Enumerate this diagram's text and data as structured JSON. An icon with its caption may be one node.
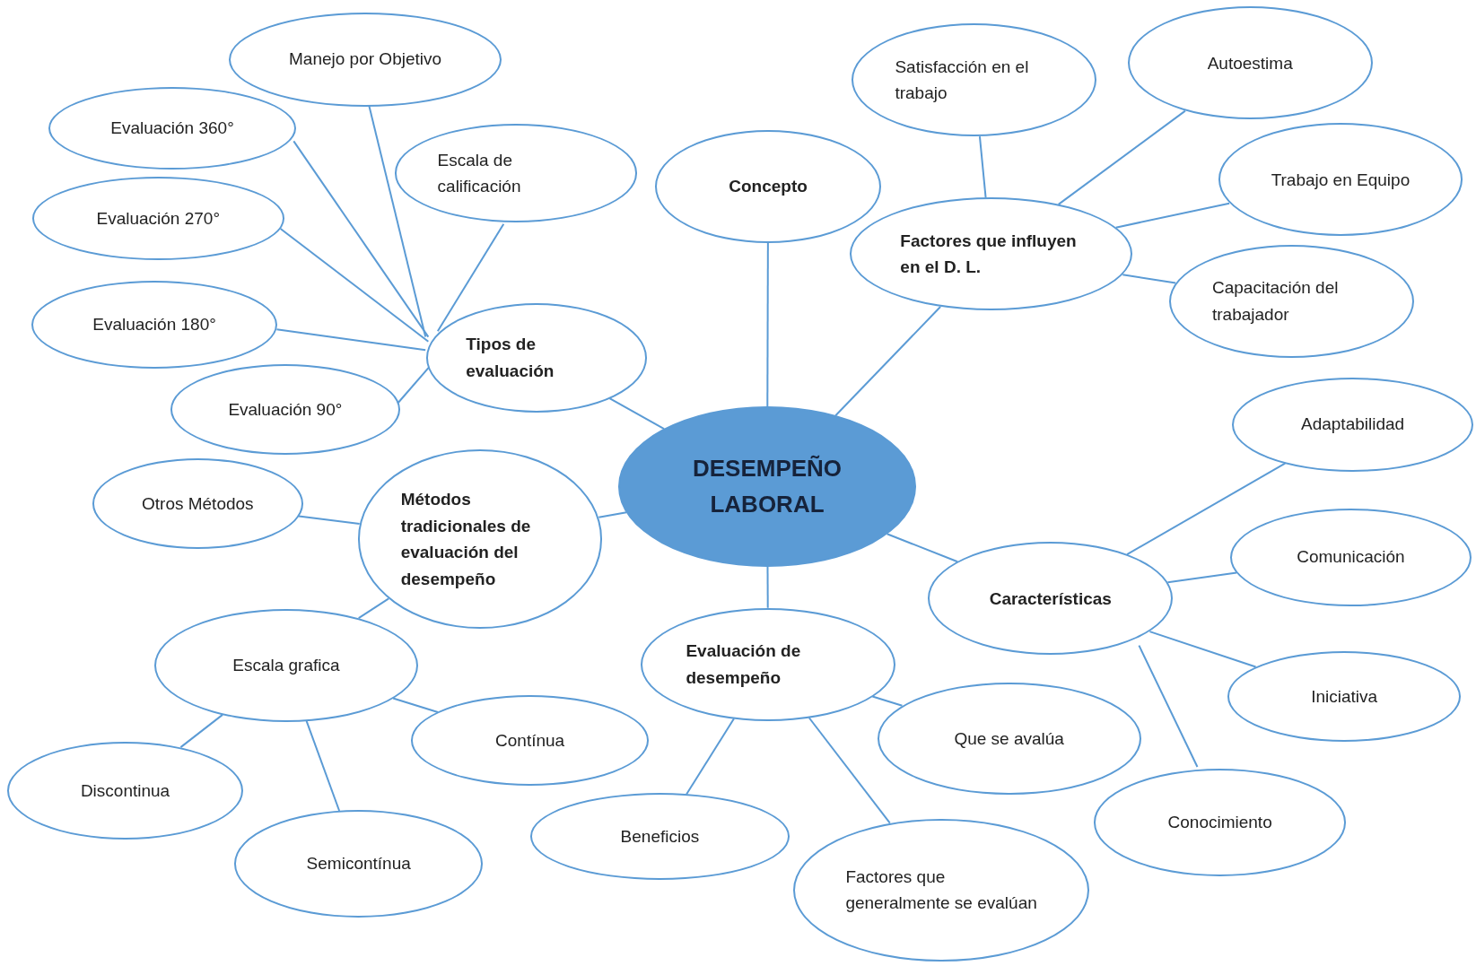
{
  "diagram": {
    "nodes": [
      {
        "text": [
          "DESEMPEÑO LABORAL"
        ]
      },
      {
        "text": [
          "Concepto"
        ]
      },
      {
        "text": [
          "Tipos de evaluación"
        ]
      },
      {
        "text": [
          "Manejo por Objetivo"
        ]
      },
      {
        "text": [
          "Evaluación 360°"
        ]
      },
      {
        "text": [
          "Escala de calificación"
        ]
      },
      {
        "text": [
          "Evaluación 270°"
        ]
      },
      {
        "text": [
          "Evaluación 180°"
        ]
      },
      {
        "text": [
          "Evaluación 90°"
        ]
      },
      {
        "text": [
          "Factores que influyen en el D. L."
        ]
      },
      {
        "text": [
          "Satisfacción en el trabajo"
        ]
      },
      {
        "text": [
          "Autoestima"
        ]
      },
      {
        "text": [
          "Trabajo en Equipo"
        ]
      },
      {
        "text": [
          "Capacitación del trabajador"
        ]
      },
      {
        "text": [
          "Métodos tradicionales de evaluación del desempeño"
        ]
      },
      {
        "text": [
          "Otros Métodos"
        ]
      },
      {
        "text": [
          "Escala grafica"
        ]
      },
      {
        "text": [
          "Discontinua"
        ]
      },
      {
        "text": [
          "Contínua"
        ]
      },
      {
        "text": [
          "Semicontínua"
        ]
      },
      {
        "text": [
          "Características"
        ]
      },
      {
        "text": [
          "Adaptabilidad"
        ]
      },
      {
        "text": [
          "Comunicación"
        ]
      },
      {
        "text": [
          "Iniciativa"
        ]
      },
      {
        "text": [
          "Conocimiento"
        ]
      },
      {
        "text": [
          "Evaluación de desempeño"
        ]
      },
      {
        "text": [
          "Que se avalúa"
        ]
      },
      {
        "text": [
          "Beneficios"
        ]
      },
      {
        "text": [
          "Factores que generalmente se evalúan"
        ]
      }
    ],
    "edges": [
      {
        "from": 0,
        "to": 1,
        "arrow": "none"
      },
      {
        "from": 0,
        "to": 2,
        "arrow": "none"
      },
      {
        "from": 0,
        "to": 9,
        "arrow": "none"
      },
      {
        "from": 0,
        "to": 14,
        "arrow": "none"
      },
      {
        "from": 0,
        "to": 20,
        "arrow": "none"
      },
      {
        "from": 0,
        "to": 25,
        "arrow": "none"
      },
      {
        "from": 2,
        "to": 3,
        "arrow": "none"
      },
      {
        "from": 2,
        "to": 4,
        "arrow": "none"
      },
      {
        "from": 2,
        "to": 5,
        "arrow": "none"
      },
      {
        "from": 2,
        "to": 6,
        "arrow": "none"
      },
      {
        "from": 2,
        "to": 7,
        "arrow": "none"
      },
      {
        "from": 2,
        "to": 8,
        "arrow": "none"
      },
      {
        "from": 9,
        "to": 10,
        "arrow": "none"
      },
      {
        "from": 9,
        "to": 11,
        "arrow": "none"
      },
      {
        "from": 9,
        "to": 12,
        "arrow": "none"
      },
      {
        "from": 9,
        "to": 13,
        "arrow": "none"
      },
      {
        "from": 14,
        "to": 15,
        "arrow": "none"
      },
      {
        "from": 14,
        "to": 16,
        "arrow": "none"
      },
      {
        "from": 16,
        "to": 17,
        "arrow": "none"
      },
      {
        "from": 16,
        "to": 18,
        "arrow": "none"
      },
      {
        "from": 16,
        "to": 19,
        "arrow": "none"
      },
      {
        "from": 20,
        "to": 21,
        "arrow": "none"
      },
      {
        "from": 20,
        "to": 22,
        "arrow": "none"
      },
      {
        "from": 20,
        "to": 23,
        "arrow": "none"
      },
      {
        "from": 20,
        "to": 24,
        "arrow": "none"
      },
      {
        "from": 25,
        "to": 26,
        "arrow": "none"
      },
      {
        "from": 25,
        "to": 27,
        "arrow": "none"
      },
      {
        "from": 25,
        "to": 28,
        "arrow": "none"
      }
    ]
  }
}
